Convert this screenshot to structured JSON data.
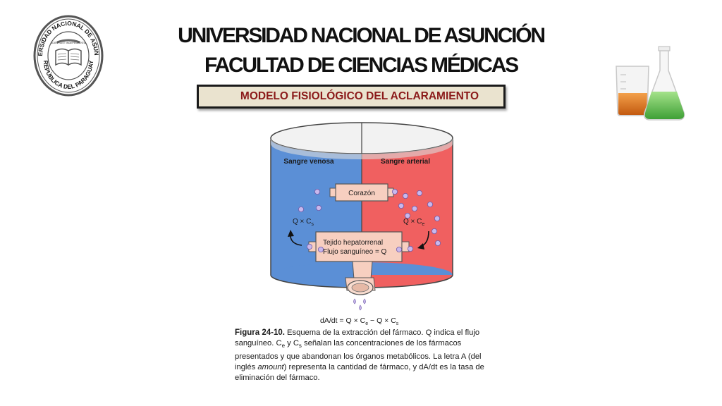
{
  "header": {
    "line1": "UNIVERSIDAD NACIONAL DE ASUNCIÓN",
    "line2": "FACULTAD DE CIENCIAS MÉDICAS",
    "subtitle": "MODELO FISIOLÓGICO DEL ACLARAMIENTO"
  },
  "seal": {
    "ring_top": "UNIVERSIDAD NACIONAL DE ASUNCIÓN",
    "ring_bottom": "REPÚBLICA DEL PARAGUAY",
    "inner": "SCIENTIA ET INDEPENDENTIA",
    "color": "#555555"
  },
  "diagram": {
    "venous_label": "Sangre venosa",
    "arterial_label": "Sangre arterial",
    "heart_label": "Corazón",
    "tissue_line1": "Tejido hepatorrenal",
    "tissue_line2": "Flujo sanguíneo = Q",
    "flow_left_base": "Q × C",
    "flow_left_sub": "s",
    "flow_right_base": "Q × C",
    "flow_right_sub": "e",
    "equation_a": "dA/dt = Q × C",
    "equation_sub_e": "e",
    "equation_b": " − Q × C",
    "equation_sub_s": "s",
    "colors": {
      "venous": "#5b8fd6",
      "arterial": "#f06060",
      "box": "#f7cfc0",
      "drop": "#c9b8ec"
    }
  },
  "caption": {
    "fig_label": "Figura 24-10.",
    "p1": " Esquema de la extracción del fármaco. Q indica el flujo sanguíneo. C",
    "sub_e": "e",
    "p2": " y C",
    "sub_s": "s",
    "p3": " señalan las concentraciones de los fármacos presentados y que abandonan los órganos metabólicos. La letra A (del inglés ",
    "amount": "amount",
    "p4": ") representa la cantidad de fármaco, y dA/dt es la tasa de eliminación del fármaco."
  }
}
